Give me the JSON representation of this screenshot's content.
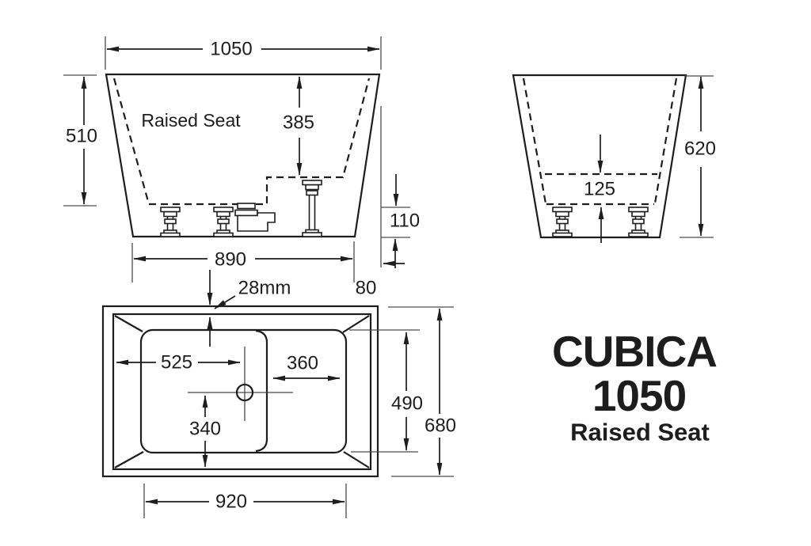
{
  "title_block": {
    "model": "CUBICA",
    "size": "1050",
    "variant": "Raised Seat"
  },
  "front_view": {
    "interior_label": "Raised Seat",
    "dim_overall_width": "1050",
    "dim_inner_depth": "510",
    "dim_seat_depth": "385",
    "dim_base_width": "890",
    "dim_base_height": "110",
    "dim_base_offset": "80"
  },
  "side_view": {
    "dim_overall_height": "620",
    "dim_seat_height": "125"
  },
  "plan_view": {
    "dim_rim_thickness": "28mm",
    "dim_well_to_drain": "525",
    "dim_seat_length": "360",
    "dim_drain_to_edge": "340",
    "dim_inner_width": "490",
    "dim_overall_width": "680",
    "dim_inner_length": "920"
  }
}
